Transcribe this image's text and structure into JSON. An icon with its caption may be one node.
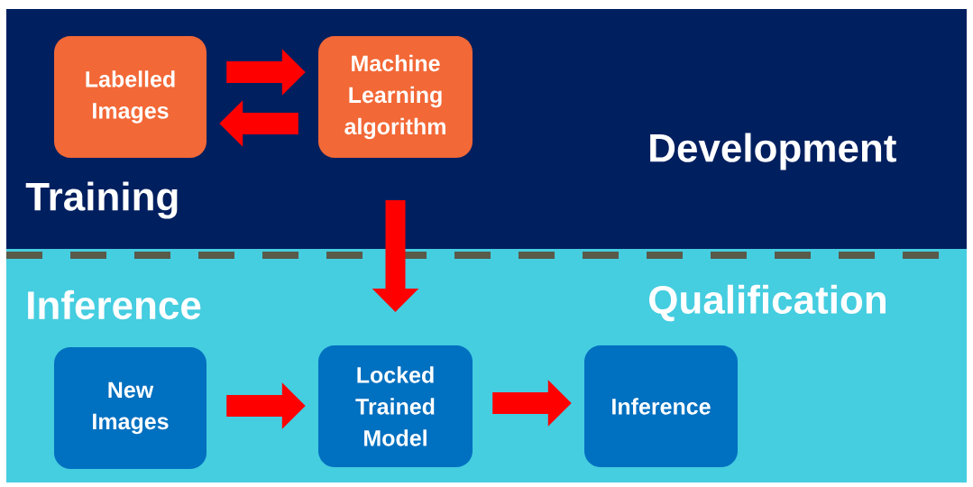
{
  "diagram": {
    "nodes": [
      {
        "text": [
          "Development",
          "Training"
        ]
      },
      {
        "text": [
          "Labelled Images"
        ],
        "in": 0
      },
      {
        "text": [
          "Machine Learning algorithm"
        ],
        "in": 0
      },
      {
        "text": [
          "Inference",
          "Qualification"
        ]
      },
      {
        "text": [
          "New Images"
        ],
        "in": 3
      },
      {
        "text": [
          "Locked Trained Model"
        ],
        "in": 3
      },
      {
        "text": [
          "Inference"
        ],
        "in": 3
      }
    ],
    "edges": [
      {
        "from": 1,
        "to": 2,
        "arrow": "to"
      },
      {
        "from": 2,
        "to": 1,
        "arrow": "to"
      },
      {
        "from": 2,
        "to": 5,
        "arrow": "to"
      },
      {
        "from": 4,
        "to": 5,
        "arrow": "to"
      },
      {
        "from": 5,
        "to": 6,
        "arrow": "to"
      }
    ]
  }
}
